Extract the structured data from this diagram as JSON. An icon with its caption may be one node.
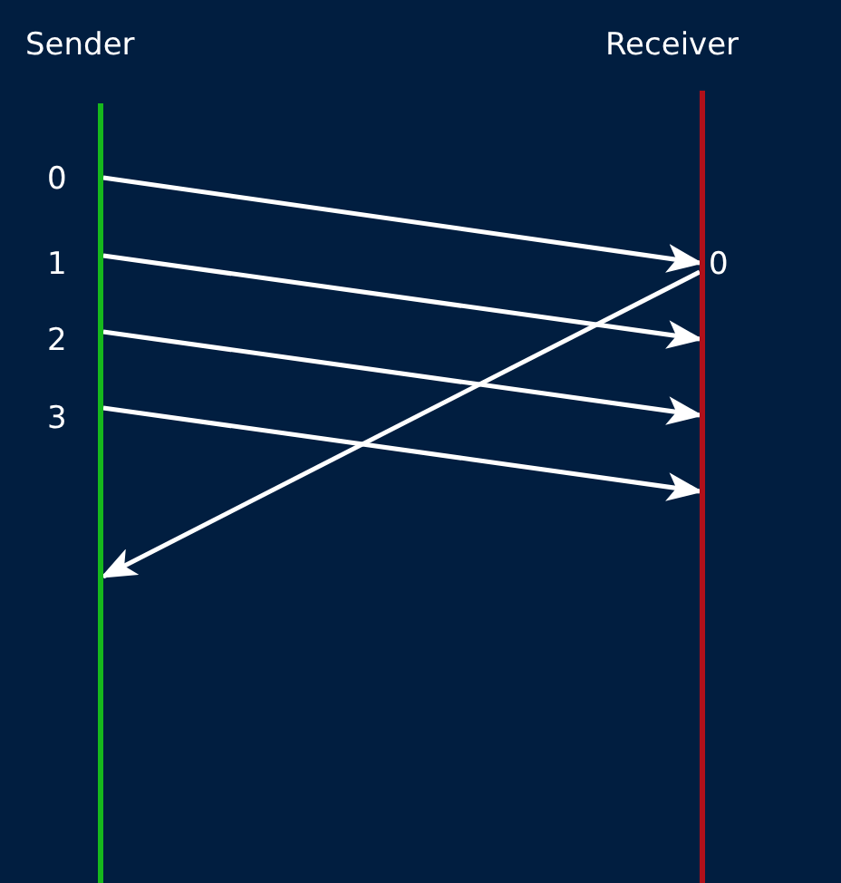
{
  "diagram": {
    "nodes": [
      {
        "text": [
          "Sender"
        ]
      },
      {
        "text": [
          "Receiver"
        ]
      }
    ],
    "edges": [
      {
        "from": 0,
        "to": 1,
        "arrow": "to"
      },
      {
        "from": 0,
        "to": 1,
        "arrow": "to"
      },
      {
        "from": 0,
        "to": 1,
        "arrow": "to"
      },
      {
        "from": 0,
        "to": 1,
        "arrow": "to"
      },
      {
        "from": 1,
        "to": 0,
        "arrow": "to"
      }
    ],
    "labels": [
      "0",
      "1",
      "2",
      "3",
      "0"
    ]
  }
}
